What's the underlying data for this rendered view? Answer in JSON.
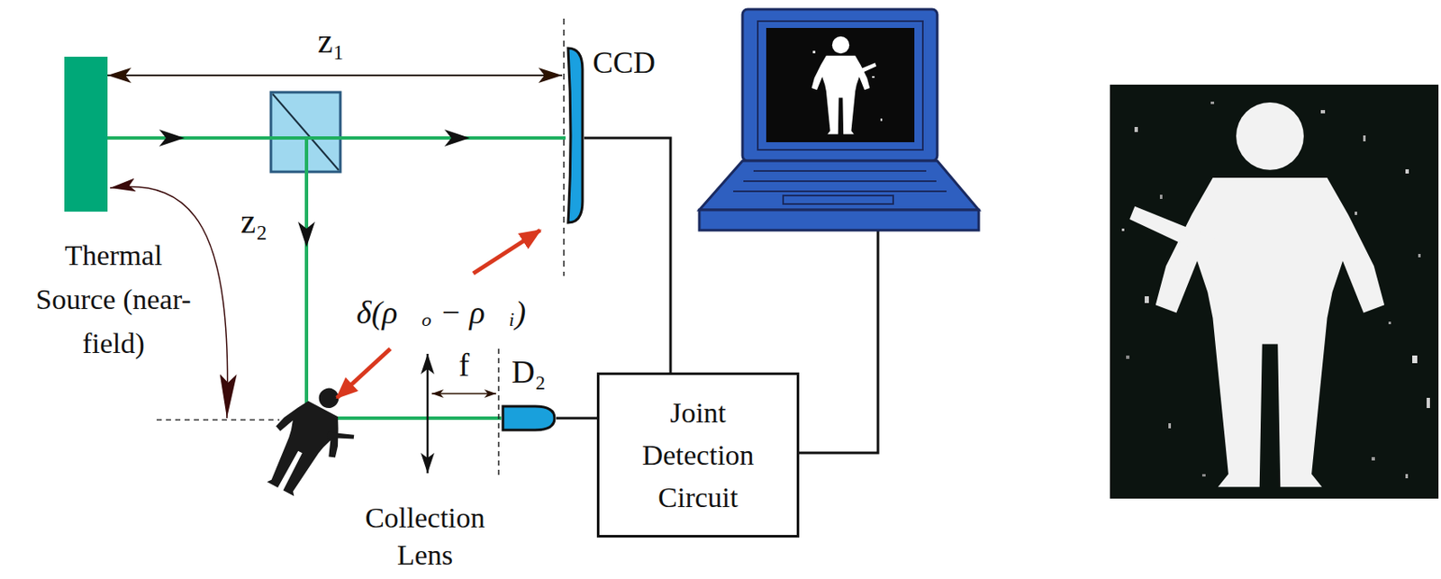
{
  "diagram": {
    "nodes": [
      {
        "text": [
          "Thermal Source (near-field)"
        ]
      },
      {
        "text": [
          "CCD"
        ]
      },
      {
        "text": [
          "D₂"
        ]
      },
      {
        "text": [
          "Joint Detection Circuit"
        ]
      }
    ],
    "edges": [
      {
        "from": 1,
        "to": 3,
        "arrow": "none"
      },
      {
        "from": 2,
        "to": 3,
        "arrow": "none"
      }
    ],
    "labels": [
      "z₁",
      "z₂",
      "δ(ρ⃗ₒ − ρ⃗ᵢ)",
      "f",
      "Collection Lens"
    ]
  }
}
